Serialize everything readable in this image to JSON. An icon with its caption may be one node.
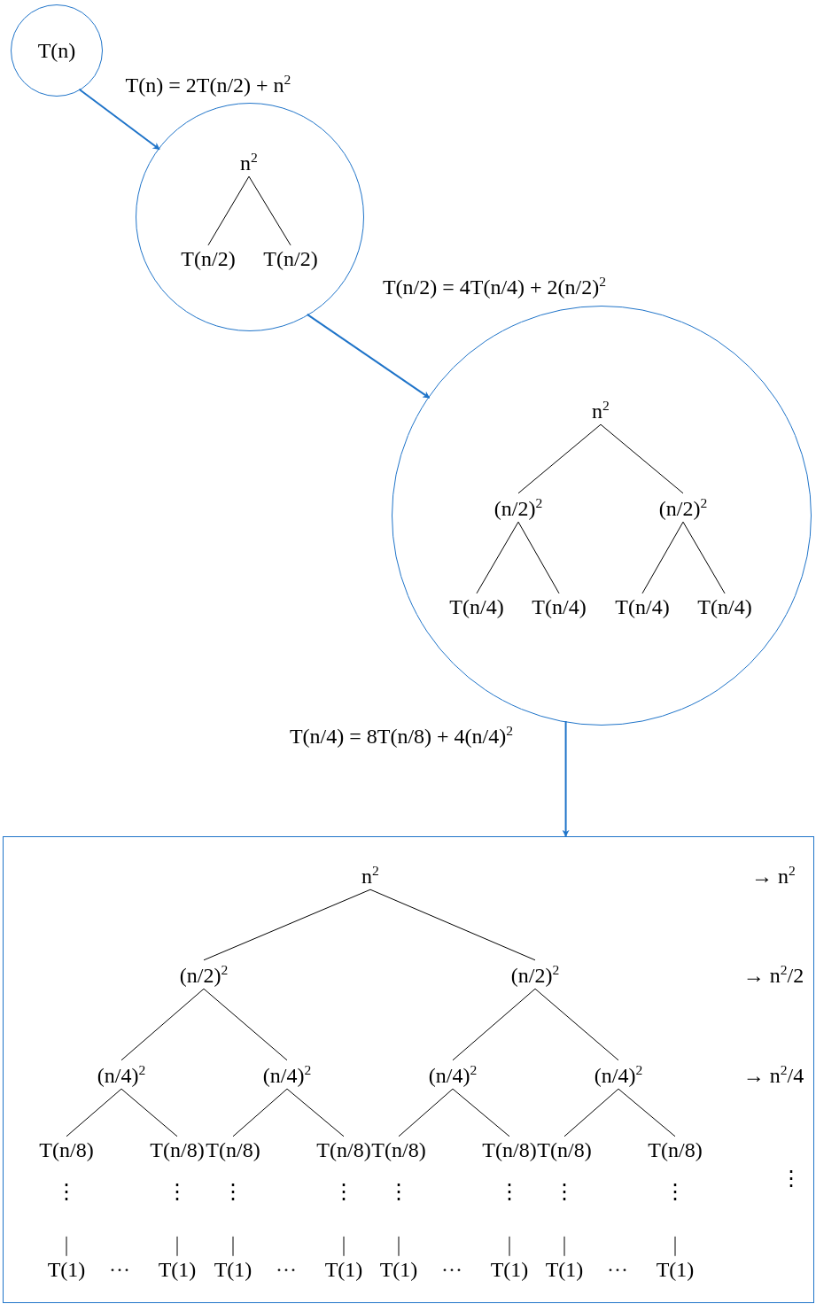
{
  "diagram": {
    "nodes": [
      {
        "text": [
          "T(n)"
        ]
      },
      {
        "text": [],
        "shape": "circle"
      },
      {
        "text": [
          "n$^{2}$"
        ],
        "in": 1
      },
      {
        "text": [
          "T(n/2)"
        ],
        "in": 1
      },
      {
        "text": [
          "T(n/2)"
        ],
        "in": 1
      },
      {
        "text": [],
        "shape": "circle"
      },
      {
        "text": [
          "n$^{2}$"
        ],
        "in": 5
      },
      {
        "text": [
          "(n/2)$^{2}$"
        ],
        "in": 5
      },
      {
        "text": [
          "(n/2)$^{2}$"
        ],
        "in": 5
      },
      {
        "text": [
          "T(n/4)"
        ],
        "in": 5
      },
      {
        "text": [
          "T(n/4)"
        ],
        "in": 5
      },
      {
        "text": [
          "T(n/4)"
        ],
        "in": 5
      },
      {
        "text": [
          "T(n/4)"
        ],
        "in": 5
      },
      {
        "text": [],
        "shape": "box"
      },
      {
        "text": [
          "n$^{2}$"
        ],
        "in": 13
      },
      {
        "text": [
          "(n/2)$^{2}$"
        ],
        "in": 13
      },
      {
        "text": [
          "(n/2)$^{2}$"
        ],
        "in": 13
      },
      {
        "text": [
          "(n/4)$^{2}$"
        ],
        "in": 13
      },
      {
        "text": [
          "(n/4)$^{2}$"
        ],
        "in": 13
      },
      {
        "text": [
          "(n/4)$^{2}$"
        ],
        "in": 13
      },
      {
        "text": [
          "(n/4)$^{2}$"
        ],
        "in": 13
      },
      {
        "text": [
          "T(n/8)"
        ],
        "in": 13
      },
      {
        "text": [
          "T(n/8)"
        ],
        "in": 13
      },
      {
        "text": [
          "T(n/8)"
        ],
        "in": 13
      },
      {
        "text": [
          "T(n/8)"
        ],
        "in": 13
      },
      {
        "text": [
          "T(n/8)"
        ],
        "in": 13
      },
      {
        "text": [
          "T(n/8)"
        ],
        "in": 13
      },
      {
        "text": [
          "T(n/8)"
        ],
        "in": 13
      },
      {
        "text": [
          "T(n/8)"
        ],
        "in": 13
      },
      {
        "text": [
          "T(1)"
        ],
        "in": 13
      },
      {
        "text": [
          "T(1)"
        ],
        "in": 13
      },
      {
        "text": [
          "T(1)"
        ],
        "in": 13
      },
      {
        "text": [
          "T(1)"
        ],
        "in": 13
      },
      {
        "text": [
          "T(1)"
        ],
        "in": 13
      },
      {
        "text": [
          "T(1)"
        ],
        "in": 13
      },
      {
        "text": [
          "T(1)"
        ],
        "in": 13
      },
      {
        "text": [
          "T(1)"
        ],
        "in": 13
      }
    ],
    "edges": [
      {
        "from": 0,
        "to": 1,
        "arrow": "to",
        "label": "T(n) = 2T(n/2) + n$^{2}$",
        "color": "#1f74c9"
      },
      {
        "from": 2,
        "to": 3,
        "arrow": "none"
      },
      {
        "from": 2,
        "to": 4,
        "arrow": "none"
      },
      {
        "from": 1,
        "to": 5,
        "arrow": "to",
        "label": "T(n/2) = 4T(n/4) + 2(n/2)$^{2}$",
        "color": "#1f74c9"
      },
      {
        "from": 6,
        "to": 7,
        "arrow": "none"
      },
      {
        "from": 6,
        "to": 8,
        "arrow": "none"
      },
      {
        "from": 7,
        "to": 9,
        "arrow": "none"
      },
      {
        "from": 7,
        "to": 10,
        "arrow": "none"
      },
      {
        "from": 8,
        "to": 11,
        "arrow": "none"
      },
      {
        "from": 8,
        "to": 12,
        "arrow": "none"
      },
      {
        "from": 5,
        "to": 13,
        "arrow": "to",
        "label": "T(n/4) = 8T(n/8) + 4(n/4)$^{2}$",
        "color": "#1f74c9"
      },
      {
        "from": 14,
        "to": 15,
        "arrow": "none"
      },
      {
        "from": 14,
        "to": 16,
        "arrow": "none"
      },
      {
        "from": 15,
        "to": 17,
        "arrow": "none"
      },
      {
        "from": 15,
        "to": 18,
        "arrow": "none"
      },
      {
        "from": 16,
        "to": 19,
        "arrow": "none"
      },
      {
        "from": 16,
        "to": 20,
        "arrow": "none"
      },
      {
        "from": 17,
        "to": 21,
        "arrow": "none"
      },
      {
        "from": 17,
        "to": 22,
        "arrow": "none"
      },
      {
        "from": 18,
        "to": 23,
        "arrow": "none"
      },
      {
        "from": 18,
        "to": 24,
        "arrow": "none"
      },
      {
        "from": 19,
        "to": 25,
        "arrow": "none"
      },
      {
        "from": 19,
        "to": 26,
        "arrow": "none"
      },
      {
        "from": 20,
        "to": 27,
        "arrow": "none"
      },
      {
        "from": 20,
        "to": 28,
        "arrow": "none"
      },
      {
        "from": null,
        "to": 29,
        "arrow": "none"
      },
      {
        "from": null,
        "to": 30,
        "arrow": "none"
      },
      {
        "from": null,
        "to": 31,
        "arrow": "none"
      },
      {
        "from": null,
        "to": 32,
        "arrow": "none"
      },
      {
        "from": null,
        "to": 33,
        "arrow": "none"
      },
      {
        "from": null,
        "to": 34,
        "arrow": "none"
      },
      {
        "from": null,
        "to": 35,
        "arrow": "none"
      },
      {
        "from": null,
        "to": 36,
        "arrow": "none"
      }
    ],
    "labels": [
      "→ n$^{2}$",
      "→ n$^{2}$/2",
      "→ n$^{2}$/4",
      "⋮",
      "⋮",
      "⋮",
      "⋮",
      "⋮",
      "⋮",
      "⋮",
      "⋮",
      "⋮",
      "···",
      "···",
      "···",
      "···"
    ]
  }
}
